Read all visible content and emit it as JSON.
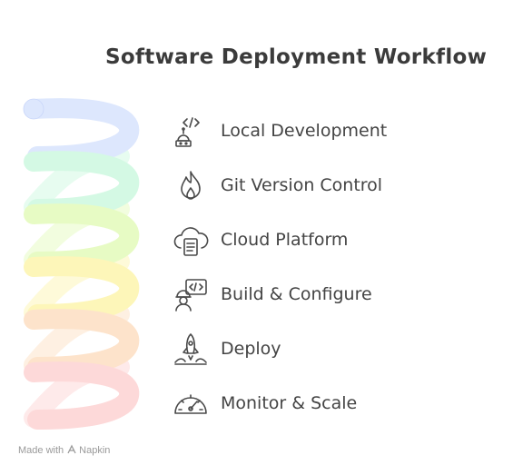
{
  "title": "Software Deployment Workflow",
  "steps": [
    {
      "label": "Local Development",
      "icon": "code-robot-icon",
      "color": "#dde7fd"
    },
    {
      "label": "Git Version Control",
      "icon": "flame-icon",
      "color": "#d4f9e4"
    },
    {
      "label": "Cloud Platform",
      "icon": "cloud-document-icon",
      "color": "#e7fbc4"
    },
    {
      "label": "Build & Configure",
      "icon": "engineer-code-icon",
      "color": "#fdf6b9"
    },
    {
      "label": "Deploy",
      "icon": "rocket-launch-icon",
      "color": "#fde3cb"
    },
    {
      "label": "Monitor & Scale",
      "icon": "speedometer-icon",
      "color": "#fdd9d9"
    }
  ],
  "footer": {
    "prefix": "Made with",
    "brand": "Napkin"
  }
}
